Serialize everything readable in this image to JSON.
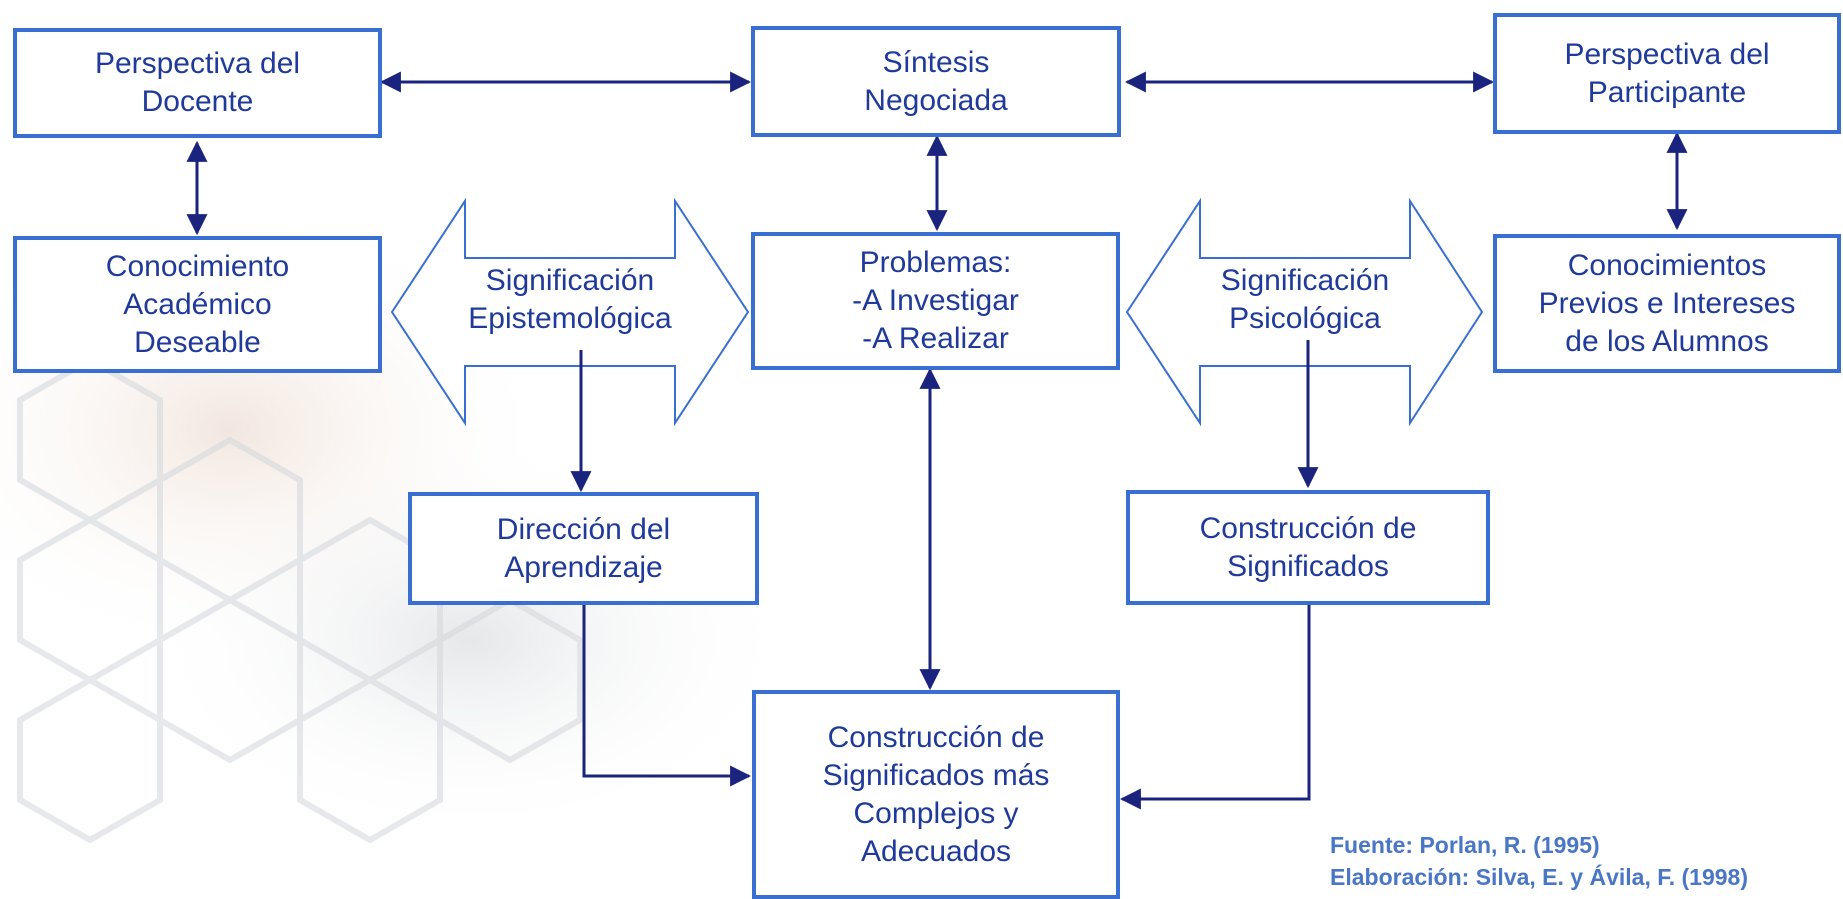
{
  "boxes": {
    "perspectiva_docente": "Perspectiva del\nDocente",
    "sintesis": "Síntesis\nNegociada",
    "perspectiva_participante": "Perspectiva del\nParticipante",
    "conocimiento_academico": "Conocimiento\nAcadémico\nDeseable",
    "problemas": "Problemas:\n-A Investigar\n-A Realizar",
    "conocimientos_previos": "Conocimientos\nPrevios e Intereses\nde los Alumnos",
    "direccion": "Dirección del\nAprendizaje",
    "construccion": "Construcción de\nSignificados",
    "construccion_compleja": "Construcción de\nSignificados más\nComplejos y\nAdecuados"
  },
  "arrows": {
    "epistemologica": "Significación\nEpistemológica",
    "psicologica": "Significación\nPsicológica"
  },
  "source": {
    "fuente": "Fuente: Porlan, R. (1995)",
    "elaboracion": "Elaboración: Silva, E. y Ávila, F. (1998)"
  },
  "colors": {
    "box_border": "#3a6fd2",
    "text": "#1f3a9a",
    "connector": "#1a237e",
    "source_text": "#4a76c6"
  }
}
